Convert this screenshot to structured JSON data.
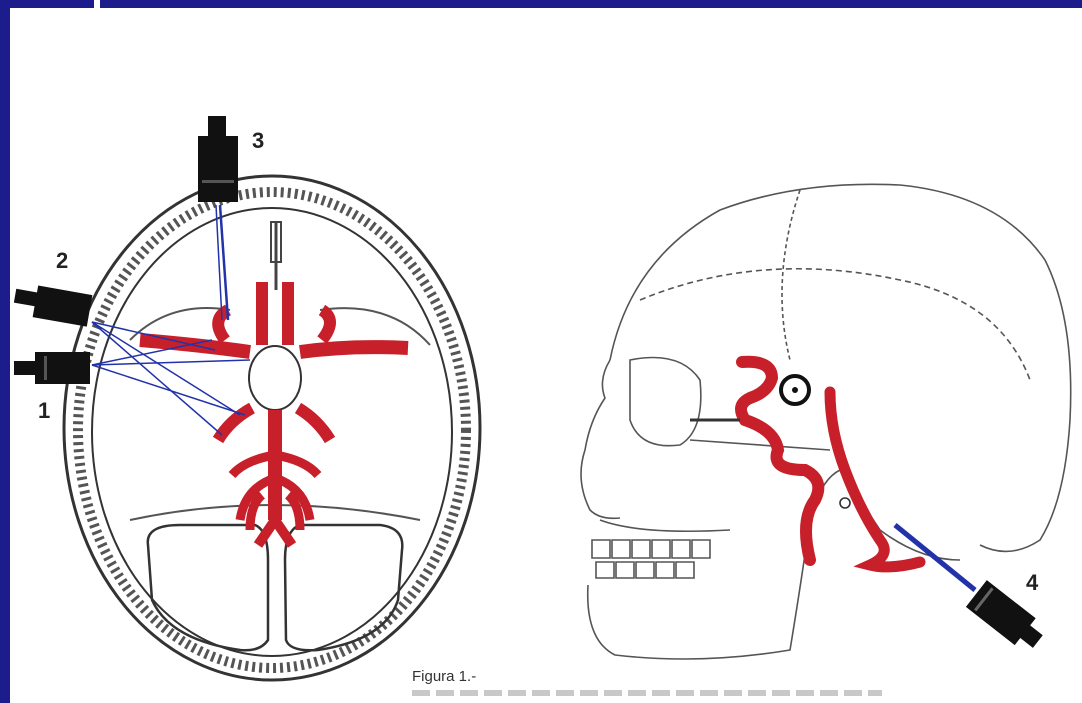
{
  "caption": "Figura 1.-",
  "labels": {
    "probe_1": "1",
    "probe_2": "2",
    "probe_3": "3",
    "probe_4": "4"
  },
  "colors": {
    "frame": "#1c1c8c",
    "artery": "#c8202a",
    "ultrasound_beam": "#2233aa",
    "probe": "#111111",
    "outline": "#333333"
  }
}
